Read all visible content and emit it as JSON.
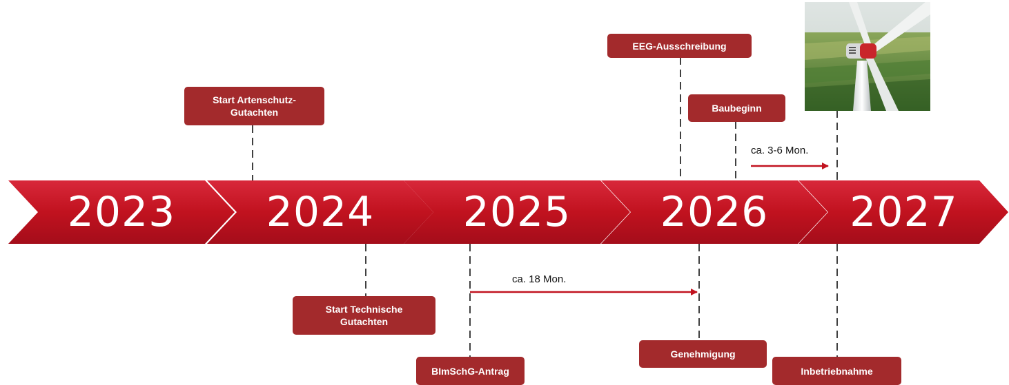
{
  "timeline": {
    "years": [
      "2023",
      "2024",
      "2025",
      "2026",
      "2027"
    ],
    "accent_color": "#a32a2c",
    "arrow_color": "#c1121f"
  },
  "milestones": {
    "artenschutz": "Start Artenschutz-\nGutachten",
    "technische": "Start Technische\nGutachten",
    "antrag": "BImSchG-Antrag",
    "eeg": "EEG-Ausschreibung",
    "genehmigung": "Genehmigung",
    "baubeginn": "Baubeginn",
    "inbetriebnahme": "Inbetriebnahme"
  },
  "durations": {
    "permit": "ca. 18 Mon.",
    "construction": "ca. 3-6 Mon."
  },
  "image": {
    "subject": "wind-turbine-photo"
  }
}
